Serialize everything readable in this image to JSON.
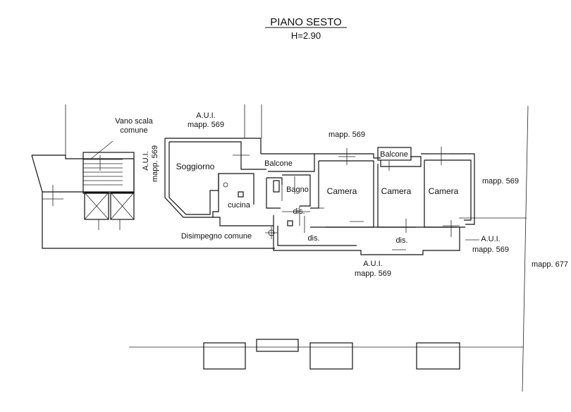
{
  "title": "PIANO SESTO",
  "subtitle": "H=2.90",
  "labels": {
    "vano_scala_1": "Vano scala",
    "vano_scala_2": "comune",
    "aui_top_1": "A.U.I.",
    "aui_top_2": "mapp. 569",
    "aui_vertical_1": "A.U.I.",
    "aui_vertical_2": "mapp. 569",
    "mapp_top_center": "mapp. 569",
    "balcone_left": "Balcone",
    "balcone_right": "Balcone",
    "soggiorno": "Soggiorno",
    "bagno": "Bagno",
    "cucina": "cucina",
    "dis_1": "dis.",
    "dis_2": "dis.",
    "dis_3": "dis.",
    "camera_1": "Camera",
    "camera_2": "Camera",
    "camera_3": "Camera",
    "mapp_right": "mapp. 569",
    "aui_right_1": "A.U.I.",
    "aui_right_2": "mapp. 569",
    "aui_bottom_1": "A.U.I.",
    "aui_bottom_2": "mapp. 569",
    "disimpegno": "Disimpegno comune",
    "mapp_677": "mapp. 677"
  }
}
